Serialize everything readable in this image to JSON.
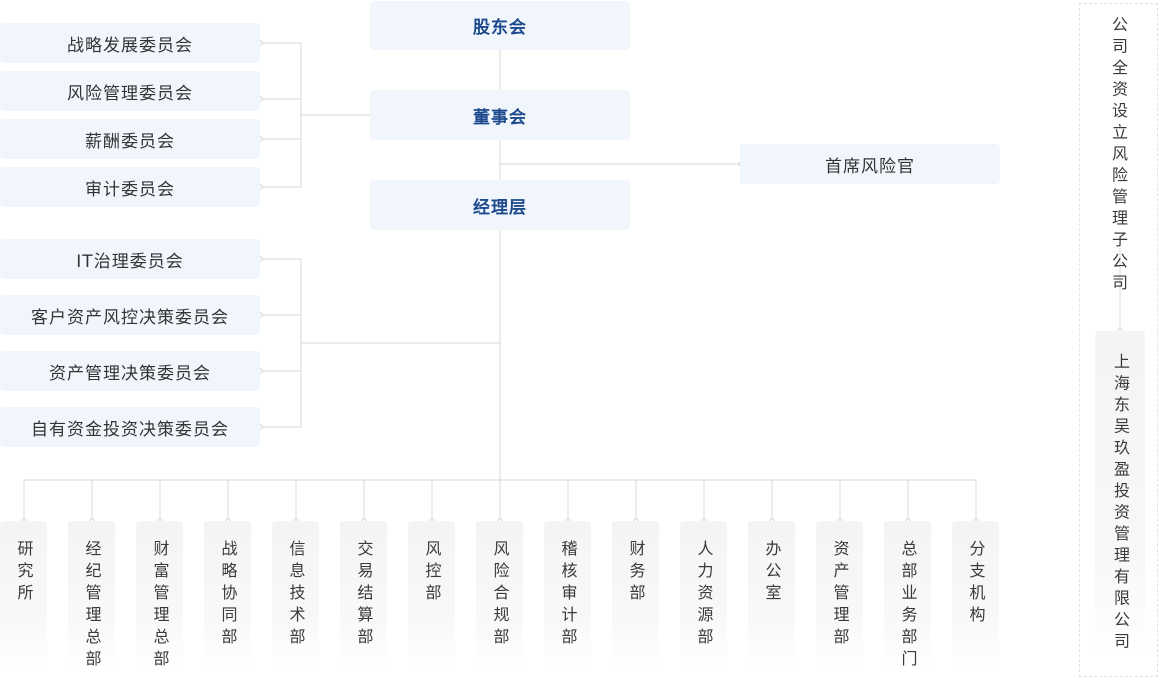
{
  "core": {
    "shareholders": "股东会",
    "board": "董事会",
    "management": "经理层",
    "cro": "首席风险官"
  },
  "board_committees": [
    "战略发展委员会",
    "风险管理委员会",
    "薪酬委员会",
    "审计委员会"
  ],
  "management_committees": [
    "IT治理委员会",
    "客户资产风控决策委员会",
    "资产管理决策委员会",
    "自有资金投资决策委员会"
  ],
  "departments": [
    "研究所",
    "经纪管理总部",
    "财富管理总部",
    "战略协同部",
    "信息技术部",
    "交易结算部",
    "风控部",
    "风险合规部",
    "稽核审计部",
    "财务部",
    "人力资源部",
    "办公室",
    "资产管理部",
    "总部业务部门",
    "分支机构"
  ],
  "subsidiary": {
    "caption": "公司全资设立风险管理子公司",
    "name": "上海东吴玖盈投资管理有限公司"
  },
  "colors": {
    "box_bg": "#f1f6fd",
    "core_text": "#1d4a8c",
    "line": "#d9d9d9"
  }
}
